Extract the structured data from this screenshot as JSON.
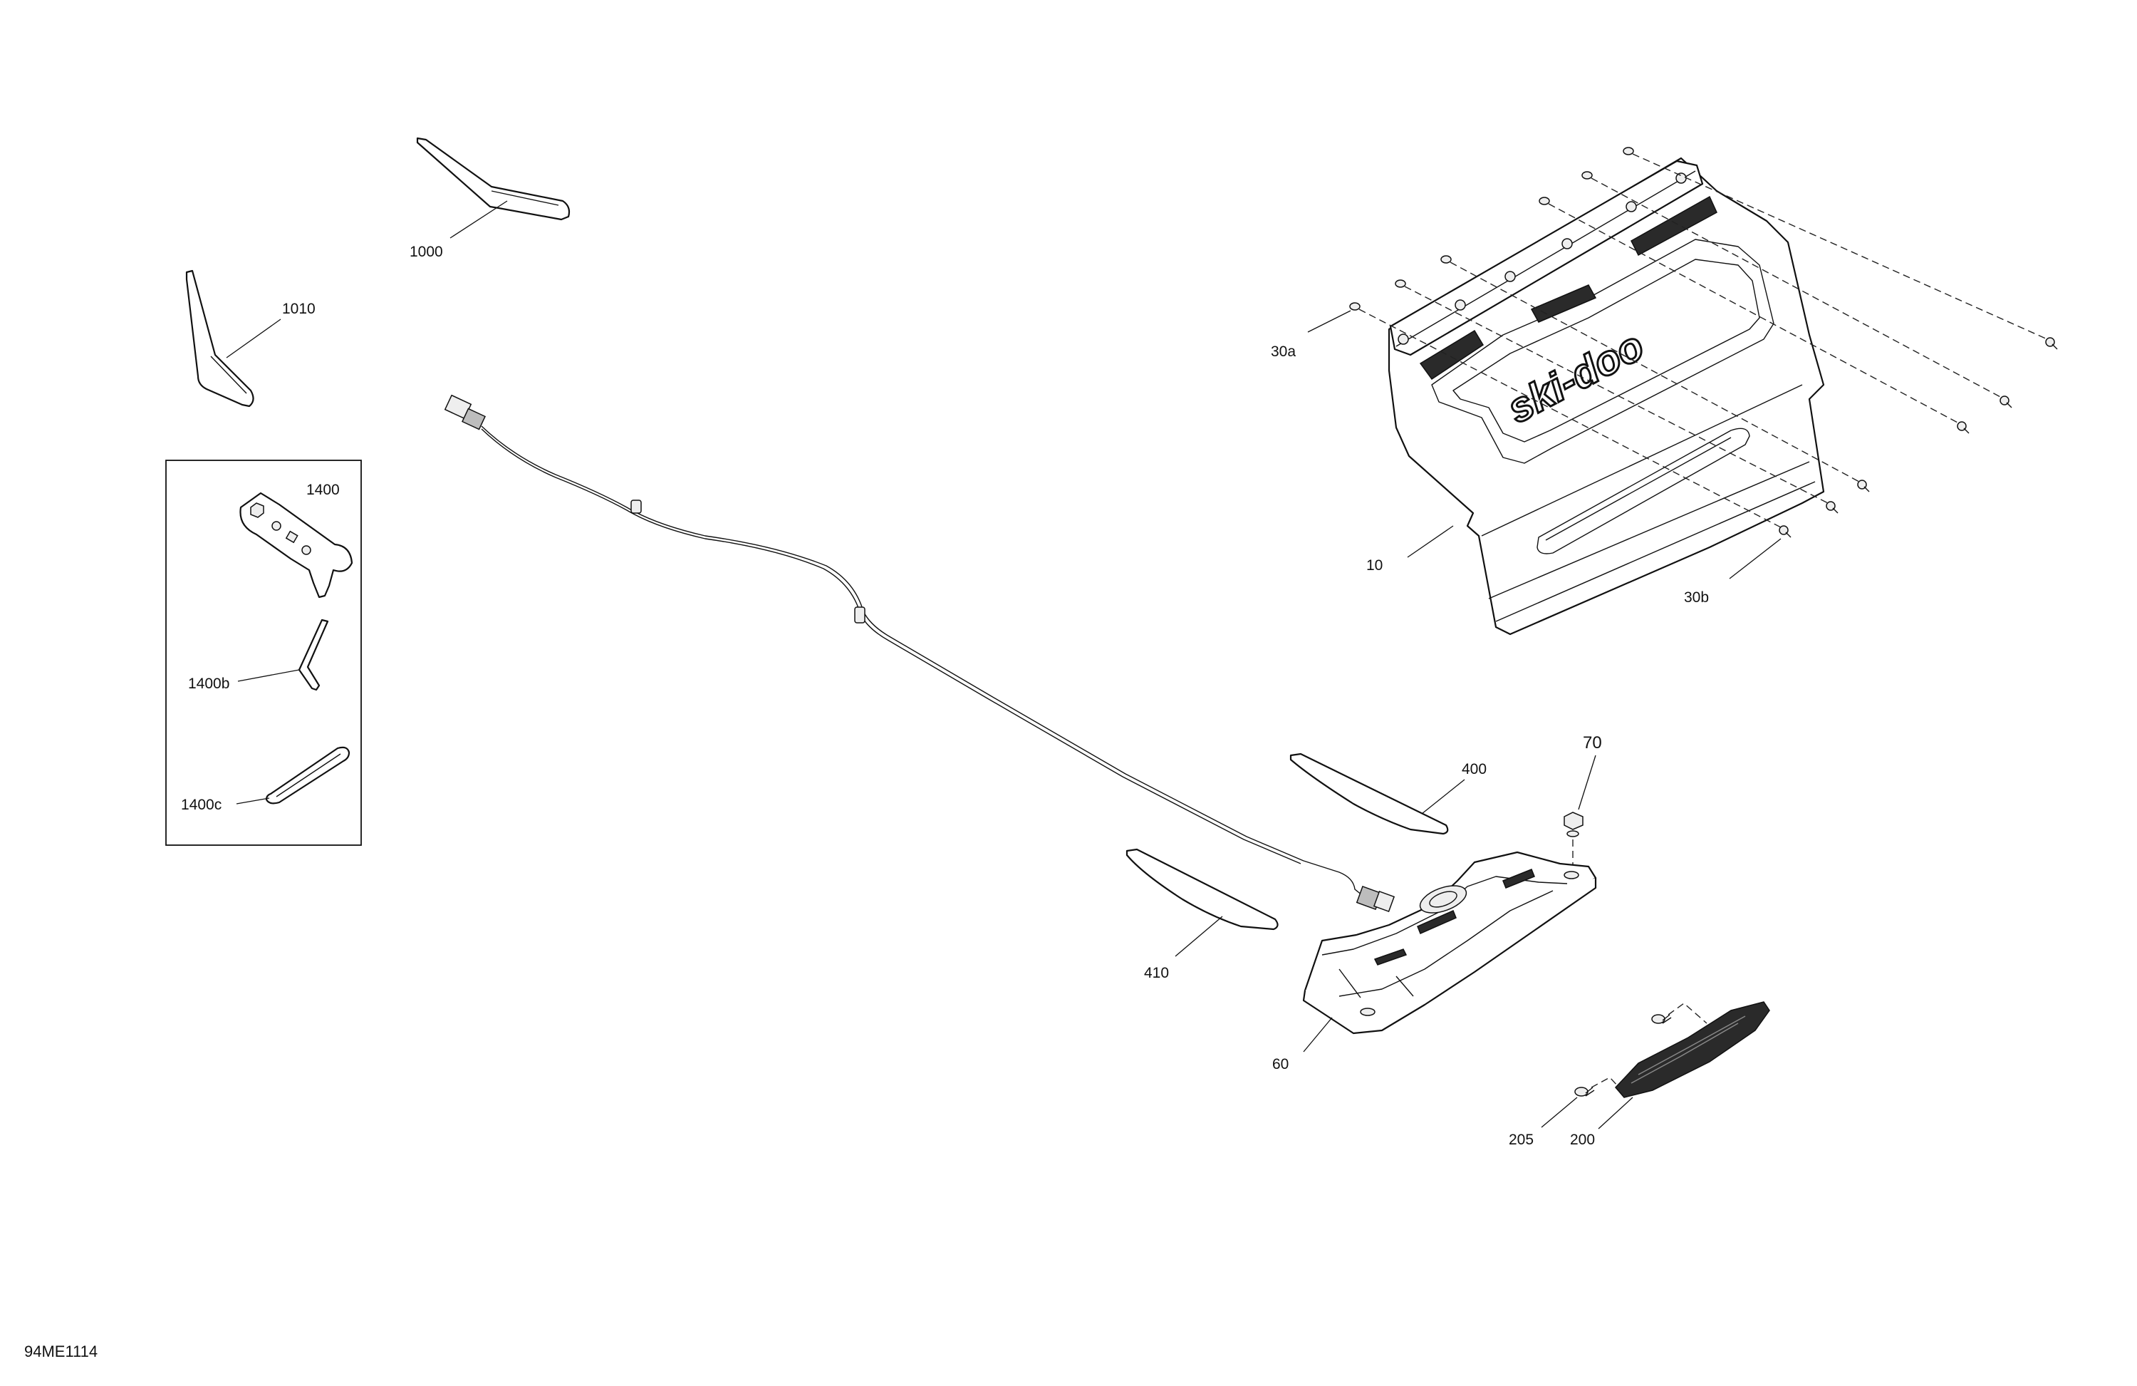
{
  "figure_code": "94ME1114",
  "parts": [
    {
      "id": "p1000",
      "label": "1000",
      "description_icon": "decal-icon"
    },
    {
      "id": "p1010",
      "label": "1010",
      "description_icon": "decal-icon"
    },
    {
      "id": "p1400",
      "label": "1400",
      "description_icon": "spanner-wrench-icon"
    },
    {
      "id": "p1400b",
      "label": "1400b",
      "description_icon": "hex-key-icon"
    },
    {
      "id": "p1400c",
      "label": "1400c",
      "description_icon": "strap-icon"
    },
    {
      "id": "p10",
      "label": "10",
      "description_icon": "snowflap-icon"
    },
    {
      "id": "p30a",
      "label": "30a",
      "description_icon": "washer-icon"
    },
    {
      "id": "p30b",
      "label": "30b",
      "description_icon": "screw-icon"
    },
    {
      "id": "p400",
      "label": "400",
      "description_icon": "reflector-decal-icon"
    },
    {
      "id": "p410",
      "label": "410",
      "description_icon": "reflector-decal-icon"
    },
    {
      "id": "p70",
      "label": "70",
      "description_icon": "nut-icon"
    },
    {
      "id": "p60",
      "label": "60",
      "description_icon": "taillight-housing-icon"
    },
    {
      "id": "p205",
      "label": "205",
      "description_icon": "screw-icon"
    },
    {
      "id": "p200",
      "label": "200",
      "description_icon": "taillight-lens-icon"
    }
  ],
  "brand_mark": "ski-doo",
  "colors": {
    "line": "#111111",
    "background": "#ffffff",
    "tread": "#2a2a2a"
  }
}
